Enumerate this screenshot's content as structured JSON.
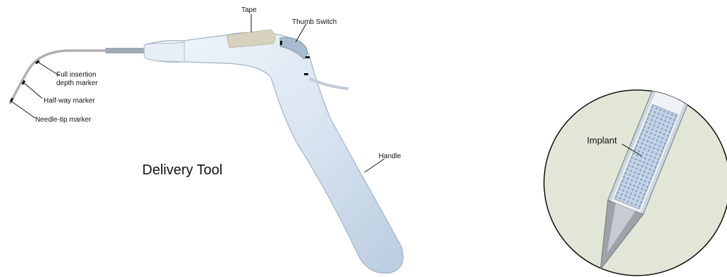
{
  "labels": {
    "tape": "Tape",
    "thumb_switch": "Thumb Switch",
    "full_insertion_line1": "Full insertion",
    "full_insertion_line2": "depth marker",
    "half_way": "Half-way marker",
    "needle_tip": "Needle-tip marker",
    "handle": "Handle",
    "title": "Delivery Tool",
    "implant": "Implant"
  },
  "colors": {
    "handle_fill": "#dde8f3",
    "handle_stroke": "#9fb3c8",
    "tape": "#d6d2bd",
    "inset_bg": "#e2e6d6",
    "needle": "#8c8c8c",
    "implant": "#b9cbe0"
  }
}
